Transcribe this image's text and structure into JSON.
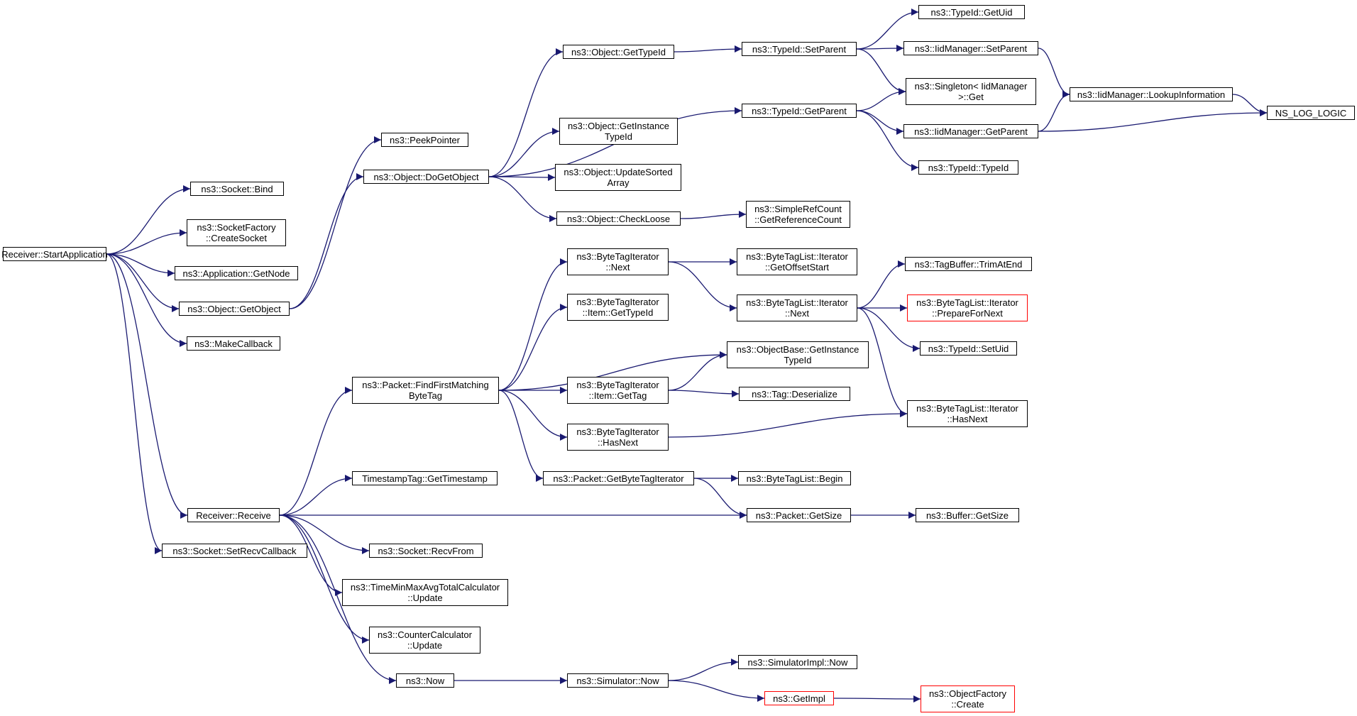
{
  "colors": {
    "edge": "#191970",
    "border": "#000000",
    "truncated_border": "#ff0000",
    "root_fill": "#bfbfbf"
  },
  "nodes": {
    "n_root": {
      "lines": [
        "Receiver::StartApplication"
      ],
      "root": true
    },
    "n_bind": {
      "lines": [
        "ns3::Socket::Bind"
      ]
    },
    "n_create_socket": {
      "lines": [
        "ns3::SocketFactory",
        "::CreateSocket"
      ]
    },
    "n_get_node": {
      "lines": [
        "ns3::Application::GetNode"
      ]
    },
    "n_get_object": {
      "lines": [
        "ns3::Object::GetObject"
      ]
    },
    "n_make_callback": {
      "lines": [
        "ns3::MakeCallback"
      ]
    },
    "n_peek_pointer": {
      "lines": [
        "ns3::PeekPointer"
      ]
    },
    "n_do_get_object": {
      "lines": [
        "ns3::Object::DoGetObject"
      ]
    },
    "n_obj_get_typeid": {
      "lines": [
        "ns3::Object::GetTypeId"
      ]
    },
    "n_obj_get_instance_typeid": {
      "lines": [
        "ns3::Object::GetInstance",
        "TypeId"
      ]
    },
    "n_obj_update_sorted": {
      "lines": [
        "ns3::Object::UpdateSorted",
        "Array"
      ]
    },
    "n_obj_check_loose": {
      "lines": [
        "ns3::Object::CheckLoose"
      ]
    },
    "n_typeid_set_parent": {
      "lines": [
        "ns3::TypeId::SetParent"
      ]
    },
    "n_typeid_get_parent": {
      "lines": [
        "ns3::TypeId::GetParent"
      ]
    },
    "n_typeid_get_uid": {
      "lines": [
        "ns3::TypeId::GetUid"
      ]
    },
    "n_iid_set_parent": {
      "lines": [
        "ns3::IidManager::SetParent"
      ]
    },
    "n_singleton_get": {
      "lines": [
        "ns3::Singleton< IidManager",
        " >::Get"
      ]
    },
    "n_iid_get_parent": {
      "lines": [
        "ns3::IidManager::GetParent"
      ]
    },
    "n_typeid_typeid": {
      "lines": [
        "ns3::TypeId::TypeId"
      ]
    },
    "n_iid_lookup": {
      "lines": [
        "ns3::IidManager::LookupInformation"
      ]
    },
    "n_ns_log_logic": {
      "lines": [
        "NS_LOG_LOGIC"
      ]
    },
    "n_simple_refcount": {
      "lines": [
        "ns3::SimpleRefCount",
        "::GetReferenceCount"
      ]
    },
    "n_bti_next": {
      "lines": [
        "ns3::ByteTagIterator",
        "::Next"
      ]
    },
    "n_bti_item_get_typeid": {
      "lines": [
        "ns3::ByteTagIterator",
        "::Item::GetTypeId"
      ]
    },
    "n_bti_item_get_tag": {
      "lines": [
        "ns3::ByteTagIterator",
        "::Item::GetTag"
      ]
    },
    "n_bti_has_next": {
      "lines": [
        "ns3::ByteTagIterator",
        "::HasNext"
      ]
    },
    "n_packet_find_first": {
      "lines": [
        "ns3::Packet::FindFirstMatching",
        "ByteTag"
      ]
    },
    "n_btl_get_offset_start": {
      "lines": [
        "ns3::ByteTagList::Iterator",
        "::GetOffsetStart"
      ]
    },
    "n_btl_next": {
      "lines": [
        "ns3::ByteTagList::Iterator",
        "::Next"
      ]
    },
    "n_tagbuffer_trim": {
      "lines": [
        "ns3::TagBuffer::TrimAtEnd"
      ]
    },
    "n_btl_prepare_next": {
      "lines": [
        "ns3::ByteTagList::Iterator",
        "::PrepareForNext"
      ],
      "truncated": true
    },
    "n_typeid_set_uid": {
      "lines": [
        "ns3::TypeId::SetUid"
      ]
    },
    "n_objbase_get_instance_typeid": {
      "lines": [
        "ns3::ObjectBase::GetInstance",
        "TypeId"
      ]
    },
    "n_tag_deserialize": {
      "lines": [
        "ns3::Tag::Deserialize"
      ]
    },
    "n_btl_has_next": {
      "lines": [
        "ns3::ByteTagList::Iterator",
        "::HasNext"
      ]
    },
    "n_timestamp_get": {
      "lines": [
        "TimestampTag::GetTimestamp"
      ]
    },
    "n_packet_get_bti": {
      "lines": [
        "ns3::Packet::GetByteTagIterator"
      ]
    },
    "n_btl_begin": {
      "lines": [
        "ns3::ByteTagList::Begin"
      ]
    },
    "n_packet_get_size": {
      "lines": [
        "ns3::Packet::GetSize"
      ]
    },
    "n_buffer_get_size": {
      "lines": [
        "ns3::Buffer::GetSize"
      ]
    },
    "n_receiver_receive": {
      "lines": [
        "Receiver::Receive"
      ]
    },
    "n_socket_set_recv_cb": {
      "lines": [
        "ns3::Socket::SetRecvCallback"
      ]
    },
    "n_socket_recvfrom": {
      "lines": [
        "ns3::Socket::RecvFrom"
      ]
    },
    "n_tmmatc_update": {
      "lines": [
        "ns3::TimeMinMaxAvgTotalCalculator",
        "::Update"
      ]
    },
    "n_counter_update": {
      "lines": [
        "ns3::CounterCalculator",
        "::Update"
      ]
    },
    "n_ns3_now": {
      "lines": [
        "ns3::Now"
      ]
    },
    "n_simulator_now": {
      "lines": [
        "ns3::Simulator::Now"
      ]
    },
    "n_simimpl_now": {
      "lines": [
        "ns3::SimulatorImpl::Now"
      ]
    },
    "n_get_impl": {
      "lines": [
        "ns3::GetImpl"
      ],
      "truncated": true
    },
    "n_objfactory_create": {
      "lines": [
        "ns3::ObjectFactory",
        "::Create"
      ],
      "truncated": true
    }
  },
  "edges": [
    [
      "n_root",
      "n_bind"
    ],
    [
      "n_root",
      "n_create_socket"
    ],
    [
      "n_root",
      "n_get_node"
    ],
    [
      "n_root",
      "n_get_object"
    ],
    [
      "n_root",
      "n_make_callback"
    ],
    [
      "n_root",
      "n_receiver_receive"
    ],
    [
      "n_root",
      "n_socket_set_recv_cb"
    ],
    [
      "n_get_object",
      "n_peek_pointer"
    ],
    [
      "n_get_object",
      "n_do_get_object"
    ],
    [
      "n_do_get_object",
      "n_obj_get_typeid"
    ],
    [
      "n_do_get_object",
      "n_typeid_get_parent"
    ],
    [
      "n_do_get_object",
      "n_obj_get_instance_typeid"
    ],
    [
      "n_do_get_object",
      "n_obj_update_sorted"
    ],
    [
      "n_do_get_object",
      "n_obj_check_loose"
    ],
    [
      "n_obj_get_typeid",
      "n_typeid_set_parent"
    ],
    [
      "n_typeid_set_parent",
      "n_typeid_get_uid"
    ],
    [
      "n_typeid_set_parent",
      "n_iid_set_parent"
    ],
    [
      "n_typeid_set_parent",
      "n_singleton_get"
    ],
    [
      "n_typeid_get_parent",
      "n_singleton_get"
    ],
    [
      "n_typeid_get_parent",
      "n_iid_get_parent"
    ],
    [
      "n_typeid_get_parent",
      "n_typeid_typeid"
    ],
    [
      "n_iid_set_parent",
      "n_iid_lookup"
    ],
    [
      "n_iid_get_parent",
      "n_iid_lookup"
    ],
    [
      "n_iid_get_parent",
      "n_ns_log_logic"
    ],
    [
      "n_iid_lookup",
      "n_ns_log_logic"
    ],
    [
      "n_obj_check_loose",
      "n_simple_refcount"
    ],
    [
      "n_receiver_receive",
      "n_packet_find_first"
    ],
    [
      "n_receiver_receive",
      "n_timestamp_get"
    ],
    [
      "n_receiver_receive",
      "n_packet_get_size"
    ],
    [
      "n_receiver_receive",
      "n_socket_recvfrom"
    ],
    [
      "n_receiver_receive",
      "n_tmmatc_update"
    ],
    [
      "n_receiver_receive",
      "n_counter_update"
    ],
    [
      "n_receiver_receive",
      "n_ns3_now"
    ],
    [
      "n_packet_find_first",
      "n_bti_next"
    ],
    [
      "n_packet_find_first",
      "n_bti_item_get_typeid"
    ],
    [
      "n_packet_find_first",
      "n_objbase_get_instance_typeid"
    ],
    [
      "n_packet_find_first",
      "n_bti_item_get_tag"
    ],
    [
      "n_packet_find_first",
      "n_bti_has_next"
    ],
    [
      "n_packet_find_first",
      "n_packet_get_bti"
    ],
    [
      "n_bti_next",
      "n_btl_get_offset_start"
    ],
    [
      "n_bti_next",
      "n_btl_next"
    ],
    [
      "n_btl_next",
      "n_tagbuffer_trim"
    ],
    [
      "n_btl_next",
      "n_btl_prepare_next"
    ],
    [
      "n_btl_next",
      "n_typeid_set_uid"
    ],
    [
      "n_btl_next",
      "n_btl_has_next"
    ],
    [
      "n_bti_item_get_tag",
      "n_objbase_get_instance_typeid"
    ],
    [
      "n_bti_item_get_tag",
      "n_tag_deserialize"
    ],
    [
      "n_bti_has_next",
      "n_btl_has_next"
    ],
    [
      "n_packet_get_bti",
      "n_btl_begin"
    ],
    [
      "n_packet_get_bti",
      "n_packet_get_size"
    ],
    [
      "n_packet_get_size",
      "n_buffer_get_size"
    ],
    [
      "n_ns3_now",
      "n_simulator_now"
    ],
    [
      "n_simulator_now",
      "n_simimpl_now"
    ],
    [
      "n_simulator_now",
      "n_get_impl"
    ],
    [
      "n_get_impl",
      "n_objfactory_create"
    ]
  ]
}
